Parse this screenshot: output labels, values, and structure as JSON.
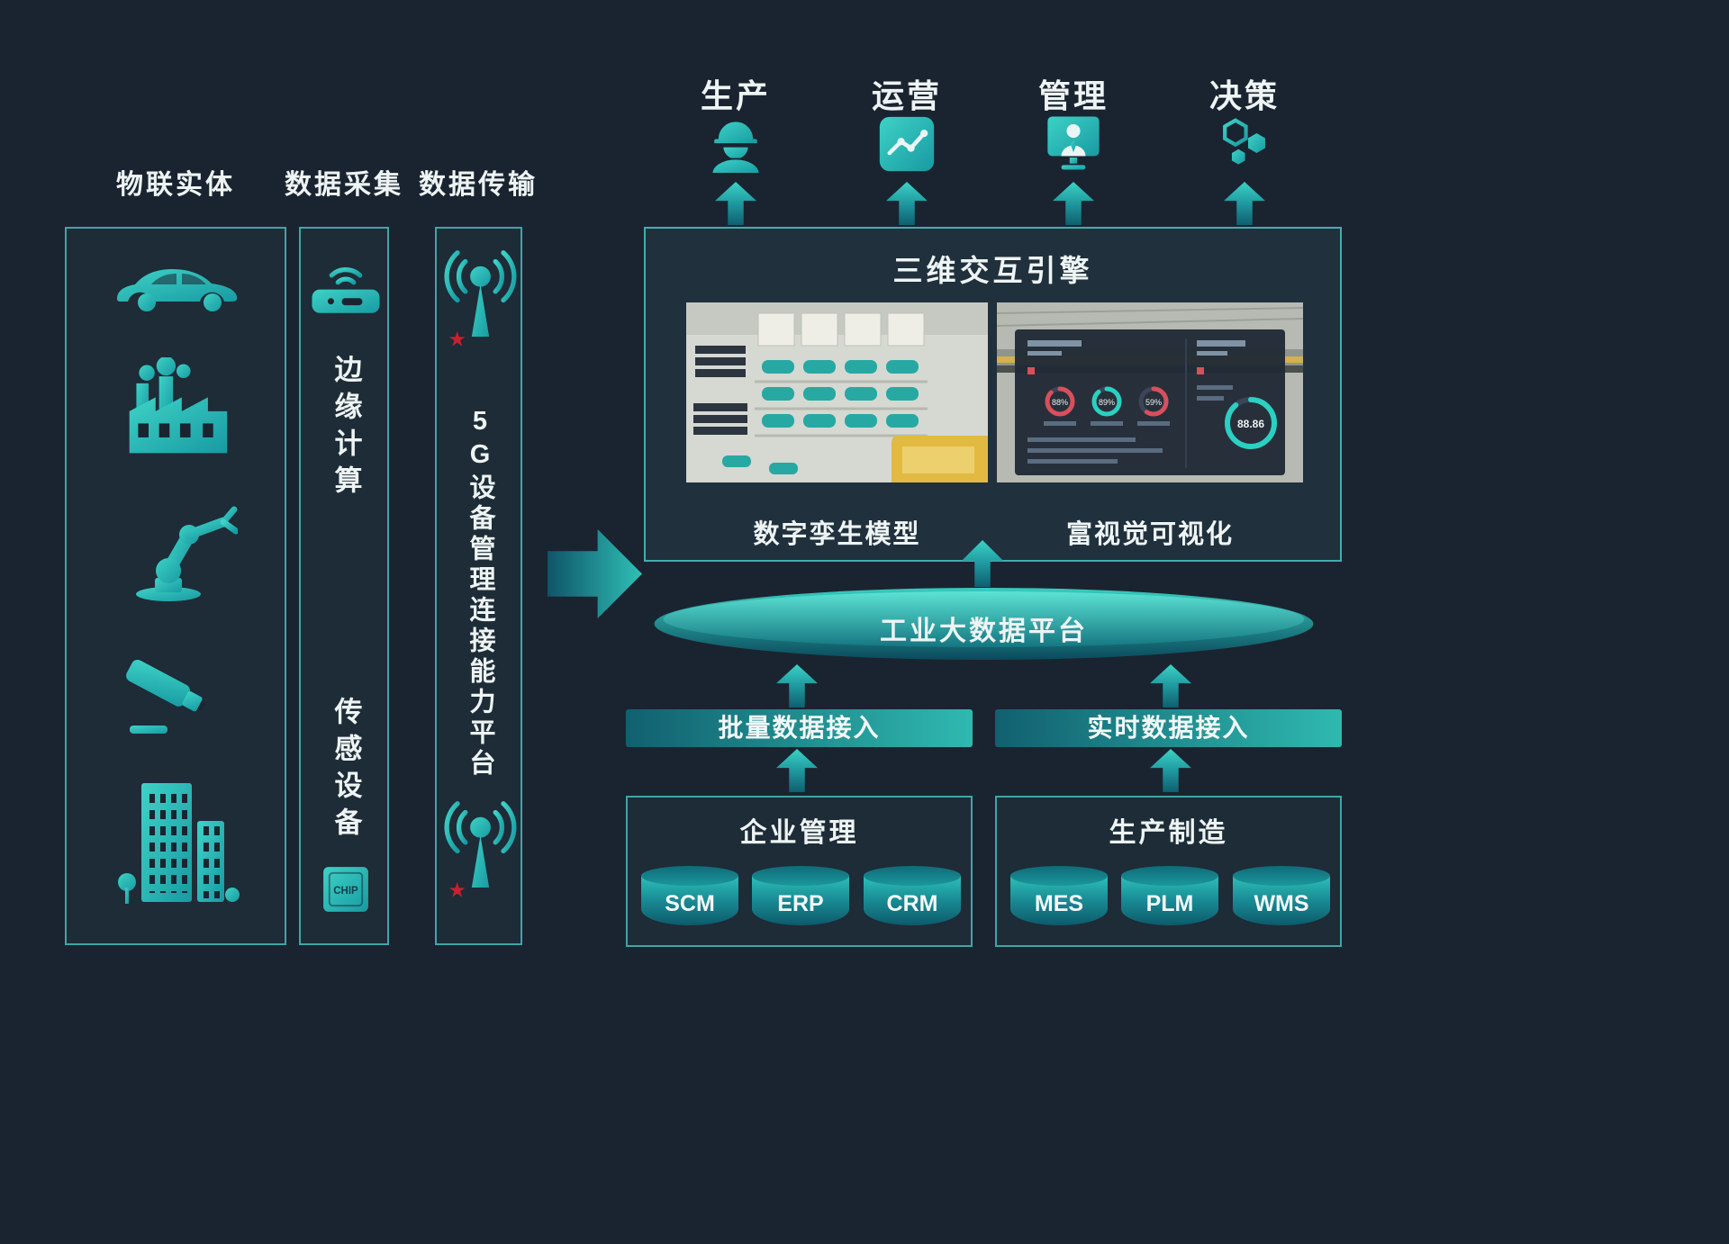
{
  "columns": {
    "iot": {
      "header": "物联实体"
    },
    "collect": {
      "header": "数据采集",
      "edge_label": "边缘计算",
      "sensor_label": "传感设备",
      "chip_text": "CHIP"
    },
    "transmit": {
      "header": "数据传输",
      "platform_label": "5G设备管理连接能力平台"
    }
  },
  "outputs": [
    {
      "label": "生产"
    },
    {
      "label": "运营"
    },
    {
      "label": "管理"
    },
    {
      "label": "决策"
    }
  ],
  "engine": {
    "title": "三维交互引擎",
    "captions": [
      "数字孪生模型",
      "富视觉可视化"
    ],
    "dashboard": {
      "gauges": [
        {
          "value": "88%"
        },
        {
          "value": "89%"
        },
        {
          "value": "59%"
        }
      ],
      "big_value": "88.86"
    }
  },
  "platform": {
    "label": "工业大数据平台"
  },
  "access_bars": [
    {
      "label": "批量数据接入"
    },
    {
      "label": "实时数据接入"
    }
  ],
  "systems": [
    {
      "title": "企业管理",
      "dbs": [
        "SCM",
        "ERP",
        "CRM"
      ]
    },
    {
      "title": "生产制造",
      "dbs": [
        "MES",
        "PLM",
        "WMS"
      ]
    }
  ],
  "colors": {
    "background": "#1a2430",
    "teal": "#2ab5b0",
    "teal_dark": "#11606f",
    "star_red": "#c8202f"
  }
}
